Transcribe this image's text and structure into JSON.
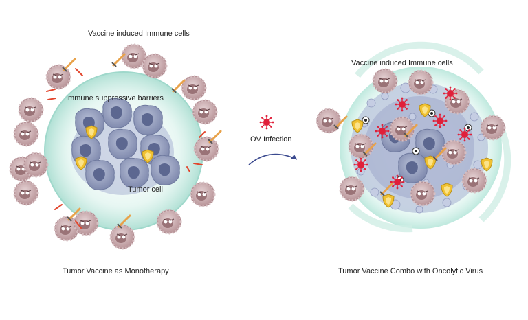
{
  "left_panel": {
    "immune_cells_label": "Vaccine induced Immune cells",
    "barriers_label": "Immune suppressive barriers",
    "tumor_label": "Tumor cell",
    "caption": "Tumor Vaccine as Monotherapy"
  },
  "center": {
    "infection_label": "OV Infection"
  },
  "right_panel": {
    "immune_cells_label": "Vaccine induced Immune cells",
    "caption": "Tumor Vaccine Combo with Oncolytic Virus"
  },
  "colors": {
    "immune_cell": "#c9a9ad",
    "tumor_cell": "#8b95b8",
    "barrier_sphere": "#bfe8df",
    "virus": "#e0203a",
    "shield": "#f1c232",
    "spear": "#e8a24a",
    "arrow": "#3b4a8f"
  }
}
